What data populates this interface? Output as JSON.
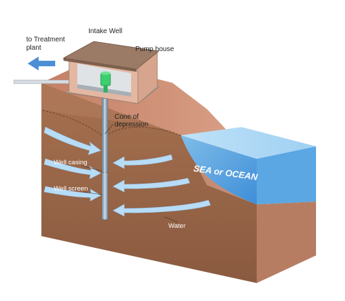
{
  "labels": {
    "to_treatment_1": "to Treatment",
    "to_treatment_2": "plant",
    "intake_well": "Intake Well",
    "pump_house": "Pump house",
    "cone_1": "Cone of",
    "cone_2": "depression",
    "well_casing": "Well casing",
    "well_screen": "Well screen",
    "water": "Water",
    "sea_ocean": "SEA or OCEAN"
  },
  "icons": {
    "outflow": "arrow-left-icon",
    "pump": "pump-icon"
  },
  "colors": {
    "soil_top": "#c9886e",
    "soil_front": "#9c6a4d",
    "soil_side": "#b9836a",
    "saturated_front": "#8e5f44",
    "ocean": "#4f9fe0",
    "ocean_light": "#a9d5f5",
    "flow_arrow": "#b7dcf7",
    "house_wall": "#e3b7a2",
    "house_roof": "#9b7a66",
    "pump": "#3ccf6e"
  }
}
